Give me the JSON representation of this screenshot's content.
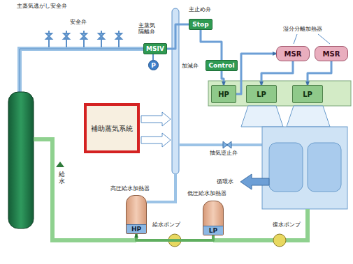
{
  "diagram": {
    "nodes": [
      {
        "text": [
          "MSIV"
        ]
      },
      {
        "text": [
          "P"
        ]
      },
      {
        "text": [
          "Stop"
        ]
      },
      {
        "text": [
          "Control"
        ]
      },
      {
        "text": [
          "MSR"
        ]
      },
      {
        "text": [
          "MSR"
        ]
      },
      {
        "text": [
          "補助蒸気系統"
        ]
      },
      {
        "text": [
          "HP"
        ]
      },
      {
        "text": [
          "LP"
        ]
      },
      {
        "text": [
          "LP"
        ]
      },
      {
        "text": [
          "HP"
        ]
      },
      {
        "text": [
          "LP"
        ]
      }
    ],
    "edges": [
      {
        "from": 0,
        "to": 2,
        "arrow": "none"
      },
      {
        "from": 2,
        "to": 3,
        "arrow": "none"
      },
      {
        "from": 3,
        "to": 7,
        "arrow": "to"
      },
      {
        "from": 7,
        "to": 4,
        "arrow": "to"
      },
      {
        "from": 4,
        "to": 8,
        "arrow": "to"
      },
      {
        "from": 5,
        "to": 9,
        "arrow": "to"
      },
      {
        "from": 11,
        "to": 10,
        "arrow": "to"
      }
    ],
    "labels": [
      "主蒸気逃がし安全弁",
      "安全弁",
      "主蒸気隔離弁",
      "主止め弁",
      "加減弁",
      "湿分分離加熱器",
      "抽気逆止弁",
      "循環水",
      "高圧給水加熱器",
      "給水ポンプ",
      "低圧給水加熱器",
      "復水ポンプ",
      "給水"
    ]
  }
}
